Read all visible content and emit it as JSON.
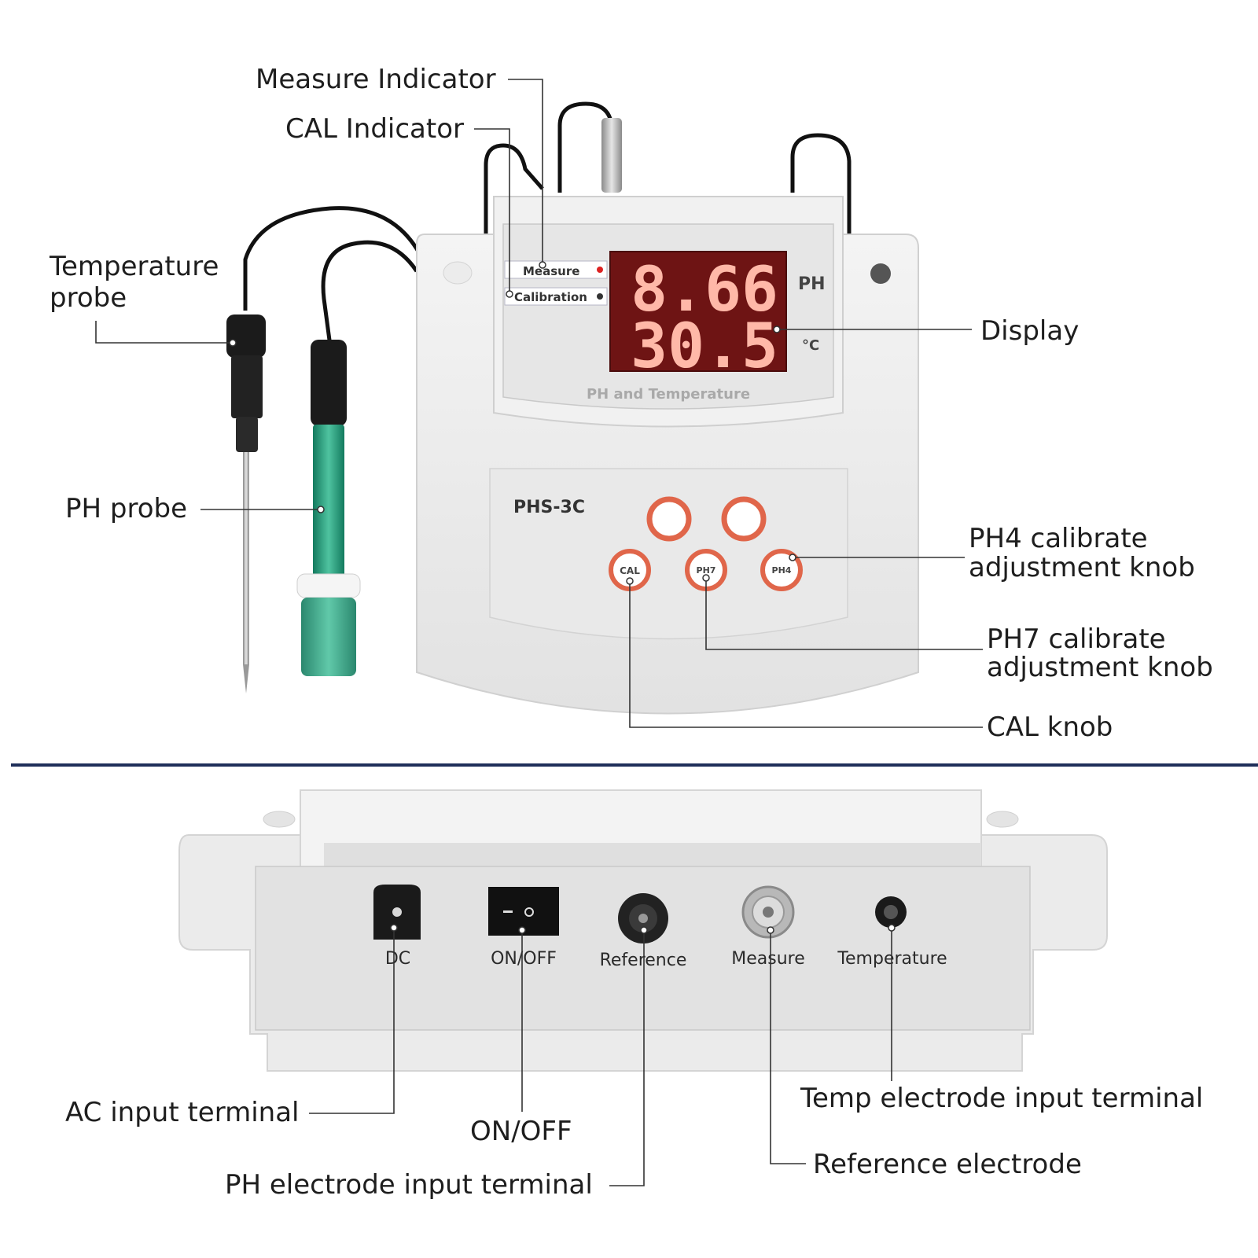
{
  "callouts": {
    "measure_indicator": "Measure Indicator",
    "cal_indicator": "CAL Indicator",
    "temperature_probe_line1": "Temperature",
    "temperature_probe_line2": "probe",
    "ph_probe": "PH probe",
    "display": "Display",
    "ph4_line1": "PH4 calibrate",
    "ph4_line2": "adjustment knob",
    "ph7_line1": "PH7 calibrate",
    "ph7_line2": "adjustment knob",
    "cal_knob": "CAL knob",
    "ac_input": "AC input terminal",
    "on_off": "ON/OFF",
    "ph_electrode_input": "PH electrode input terminal",
    "temp_electrode_input": "Temp electrode input terminal",
    "reference_electrode": "Reference electrode"
  },
  "meter": {
    "measure_label": "Measure",
    "calibration_label": "Calibration",
    "ph_reading": "8.66",
    "temp_reading": "30.5",
    "ph_unit": "PH",
    "temp_unit": "°C",
    "panel_caption": "PH and Temperature",
    "model": "PHS-3C",
    "knob_cal": "CAL",
    "knob_ph7": "PH7",
    "knob_ph4": "PH4"
  },
  "back_panel": {
    "dc": "DC",
    "on_off": "ON/OFF",
    "reference": "Reference",
    "measure": "Measure",
    "temperature": "Temperature"
  },
  "colors": {
    "display_bg": "#6e1414",
    "divider": "#1f2f5a",
    "knob_ring": "#e0664a",
    "ph_probe_body": "#1f8a6e"
  }
}
